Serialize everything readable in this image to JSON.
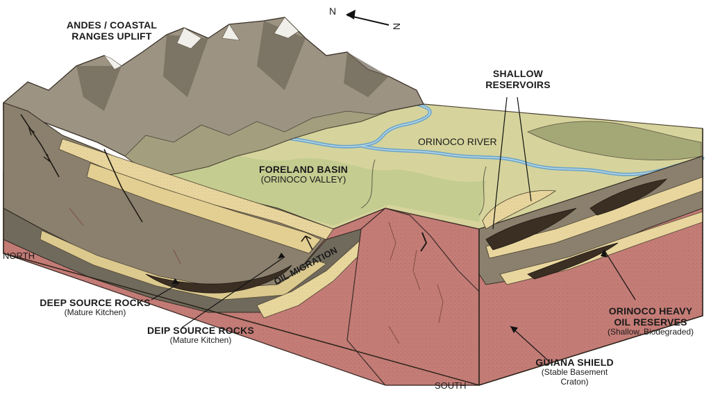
{
  "compass": {
    "n": "N",
    "s": "N"
  },
  "labels": {
    "andes": {
      "line1": "ANDES / COASTAL",
      "line2": "RANGES UPLIFT"
    },
    "shallow": {
      "line1": "SHALLOW",
      "line2": "RESERVOIRS"
    },
    "river": "ORINOCO RIVER",
    "foreland": {
      "title": "FORELAND BASIN",
      "sub": "(ORINOCO VALLEY)"
    },
    "north": "NORTH",
    "south": "SOUTH",
    "deep1": {
      "title": "DEEP SOURCE ROCKS",
      "sub": "(Mature Kitchen)"
    },
    "deep2": {
      "title": "DEIP SOURCE ROCKS",
      "sub": "(Mature Kitchen)"
    },
    "migration": "OIL MIGRATION",
    "heavy": {
      "line1": "ORINOCO HEAVY",
      "line2": "OIL RESERVES",
      "sub": "(Shallow, Biodegraded)"
    },
    "guiana": {
      "title": "GUIANA SHIELD",
      "sub1": "(Stable Basement",
      "sub2": "Craton)"
    }
  },
  "colors": {
    "basement": "#c97f79",
    "shale": "#8c8270",
    "sand": "#ead9a1",
    "oil": "#3b2f24",
    "plain": "#d9d7a3",
    "river": "#7fb2cf",
    "mountain": "#9a8f80",
    "snow": "#ecebe8"
  }
}
